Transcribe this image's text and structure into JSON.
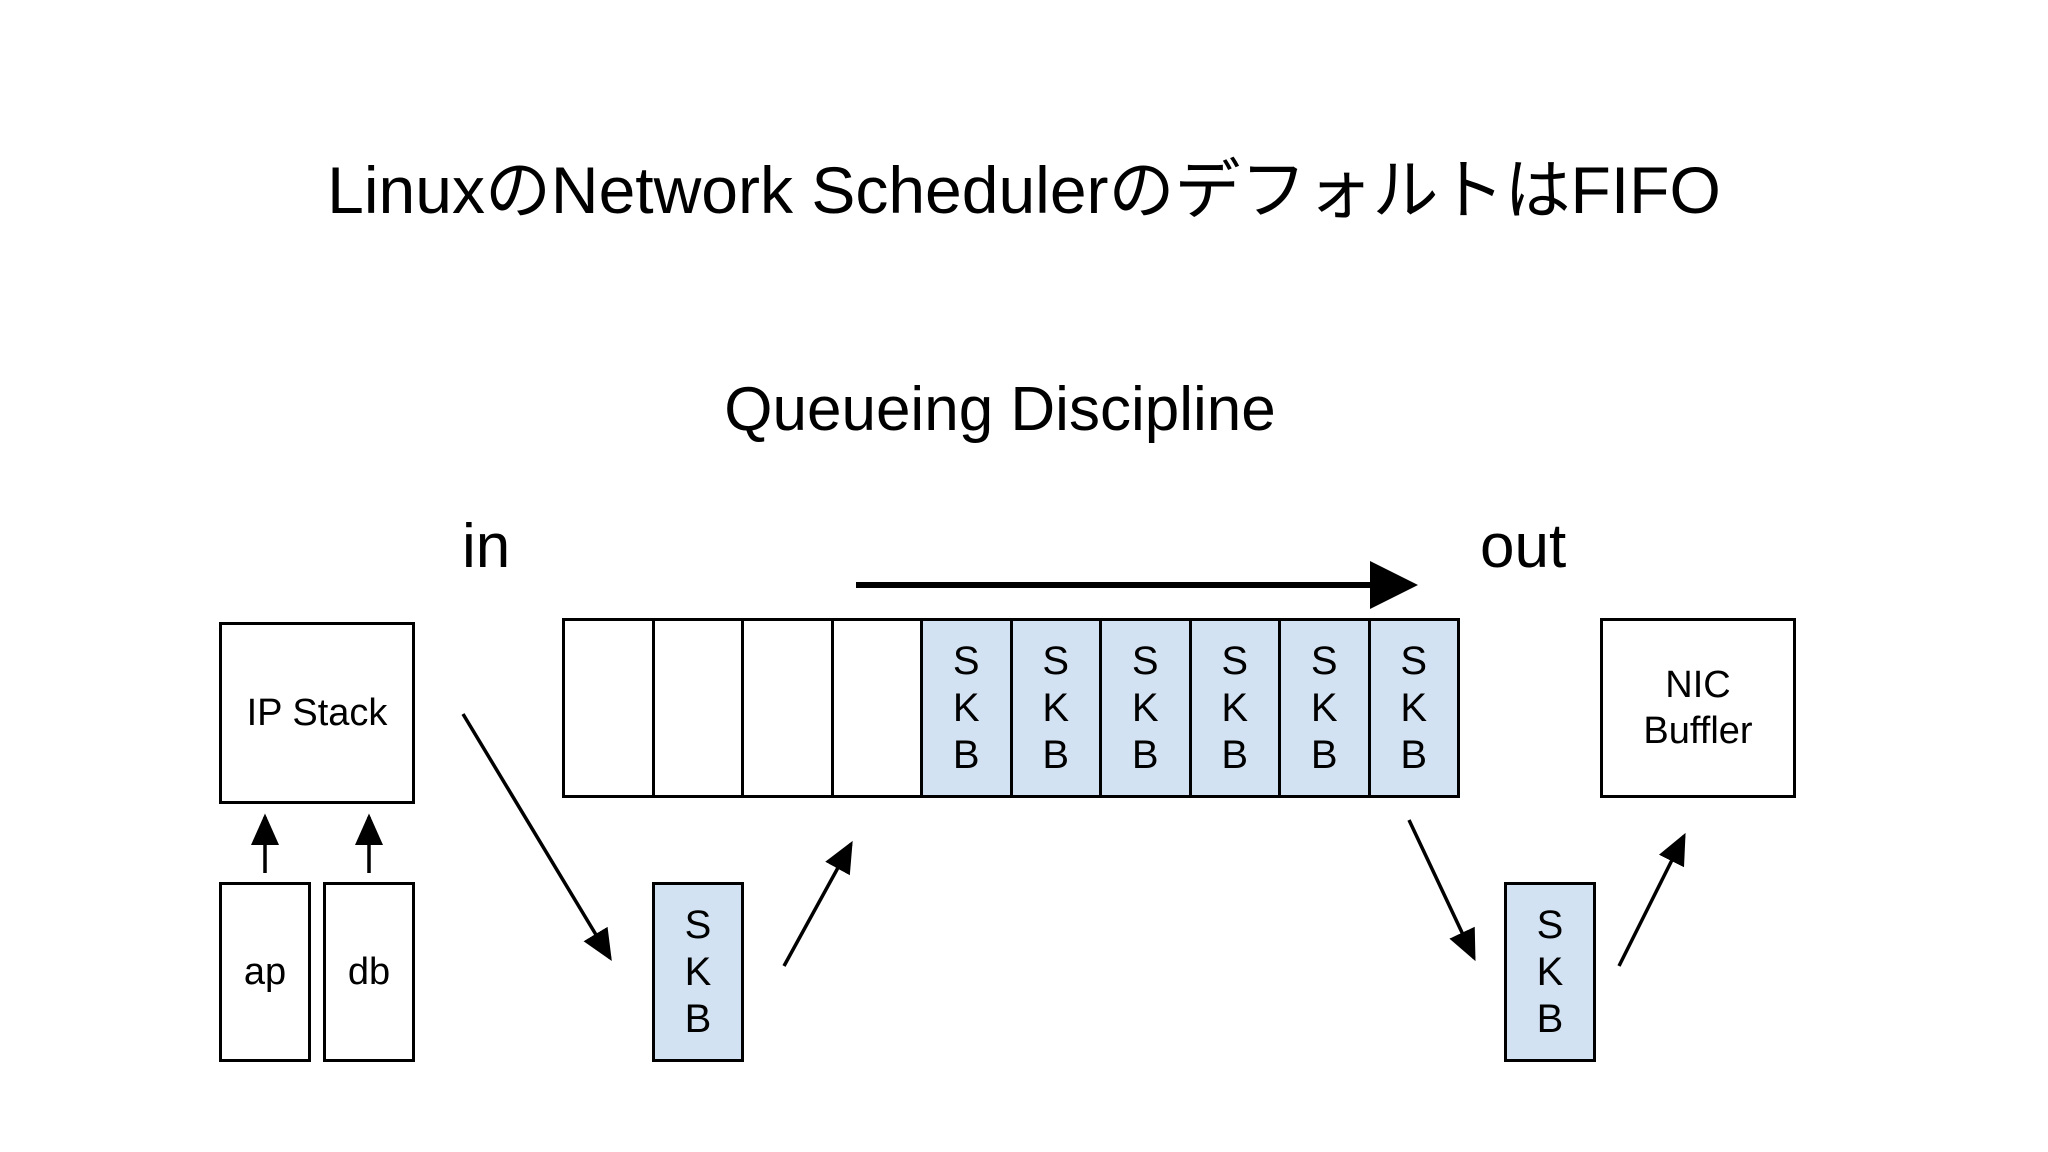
{
  "slide": {
    "title": "LinuxのNetwork SchedulerのデフォルトはFIFO",
    "subtitle": "Queueing Discipline",
    "label_in": "in",
    "label_out": "out"
  },
  "diagram": {
    "ip_stack": "IP Stack",
    "apps": [
      "ap",
      "db"
    ],
    "nic_line1": "NIC",
    "nic_line2": "Buffler",
    "skb_letters": [
      "S",
      "K",
      "B"
    ],
    "queue_slots": [
      {
        "filled": false
      },
      {
        "filled": false
      },
      {
        "filled": false
      },
      {
        "filled": false
      },
      {
        "filled": true
      },
      {
        "filled": true
      },
      {
        "filled": true
      },
      {
        "filled": true
      },
      {
        "filled": true
      },
      {
        "filled": true
      }
    ],
    "colors": {
      "packet_fill": "#d3e2f2",
      "stroke": "#000000",
      "background": "#ffffff"
    }
  }
}
